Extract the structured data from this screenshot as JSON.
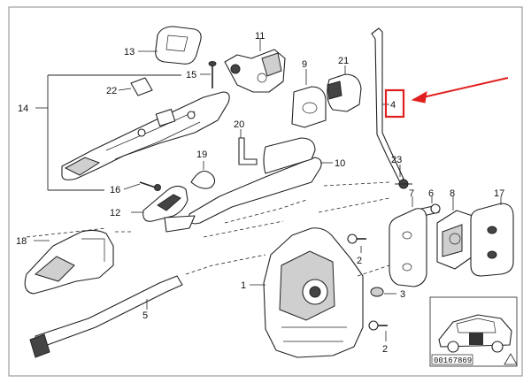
{
  "callouts": {
    "c1": "1",
    "c2a": "2",
    "c2b": "2",
    "c3": "3",
    "c4": "4",
    "c5": "5",
    "c6": "6",
    "c7": "7",
    "c8": "8",
    "c9": "9",
    "c10": "10",
    "c11": "11",
    "c12": "12",
    "c13": "13",
    "c14": "14",
    "c15": "15",
    "c16": "16",
    "c17": "17",
    "c18": "18",
    "c19": "19",
    "c20": "20",
    "c21": "21",
    "c22": "22",
    "c23": "23"
  },
  "reference": {
    "code": "00167869"
  },
  "highlight": {
    "callout": "4",
    "box_color": "#e02020",
    "arrow_color": "#e02020"
  }
}
